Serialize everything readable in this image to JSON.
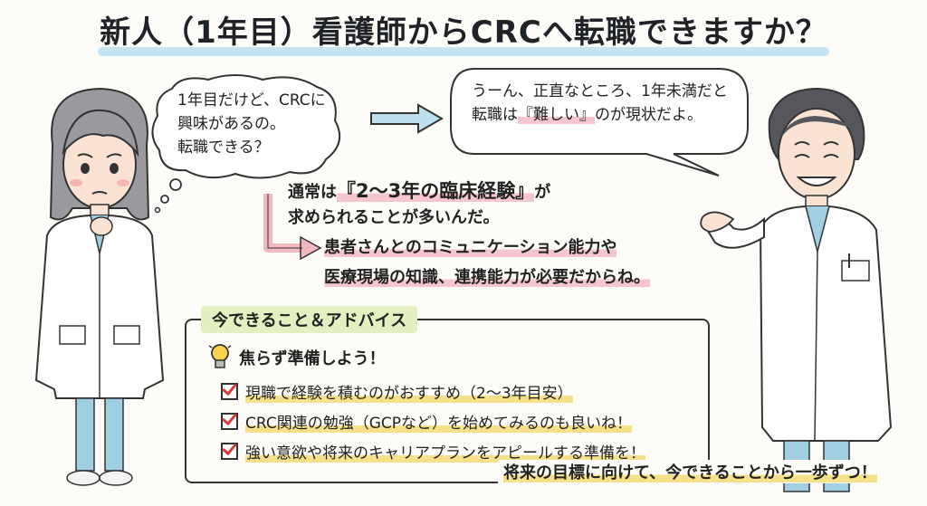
{
  "title": "新人（1年目）看護師からCRCへ転職できますか？",
  "nurse_thought": {
    "line1": "1年目だけど、CRCに",
    "line2": "興味があるの。",
    "line3": "転職できる？"
  },
  "doctor_speech": {
    "line1": "うーん、正直なところ、1年未満だと",
    "line2_prefix": "転職は",
    "line2_highlight": "『難しい』",
    "line2_suffix": "のが現状だよ。"
  },
  "explanation": {
    "line1_prefix": "通常は",
    "line1_highlight": "『2〜3年の臨床経験』",
    "line1_suffix": "が",
    "line2": "求められることが多いんだ。",
    "line3": "患者さんとのコミュニケーション能力や",
    "line4": "医療現場の知識、連携能力が必要だからね。"
  },
  "advice": {
    "title": "今できること＆アドバイス",
    "headline": "焦らず準備しよう！",
    "items": [
      "現職で経験を積むのがおすすめ（2〜3年目安）",
      "CRC関連の勉強（GCPなど）を始めてみるのも良いね！",
      "強い意欲や将来のキャリアプランをアピールする準備を！"
    ],
    "footer": "将来の目標に向けて、今できることから一歩ずつ！"
  },
  "icons": {
    "arrow": "right-arrow-icon",
    "bent_arrow": "bent-arrow-icon",
    "lightbulb": "lightbulb-icon",
    "checkbox": "checked-box-icon"
  },
  "colors": {
    "title_underline": "#bfe1ef",
    "highlight_pink": "#f6c6cf",
    "highlight_yellow": "#f7e08a",
    "advice_label_bg": "#e4f0c2",
    "check_mark": "#d23c3c",
    "scrub_blue": "#9fcfe0"
  }
}
